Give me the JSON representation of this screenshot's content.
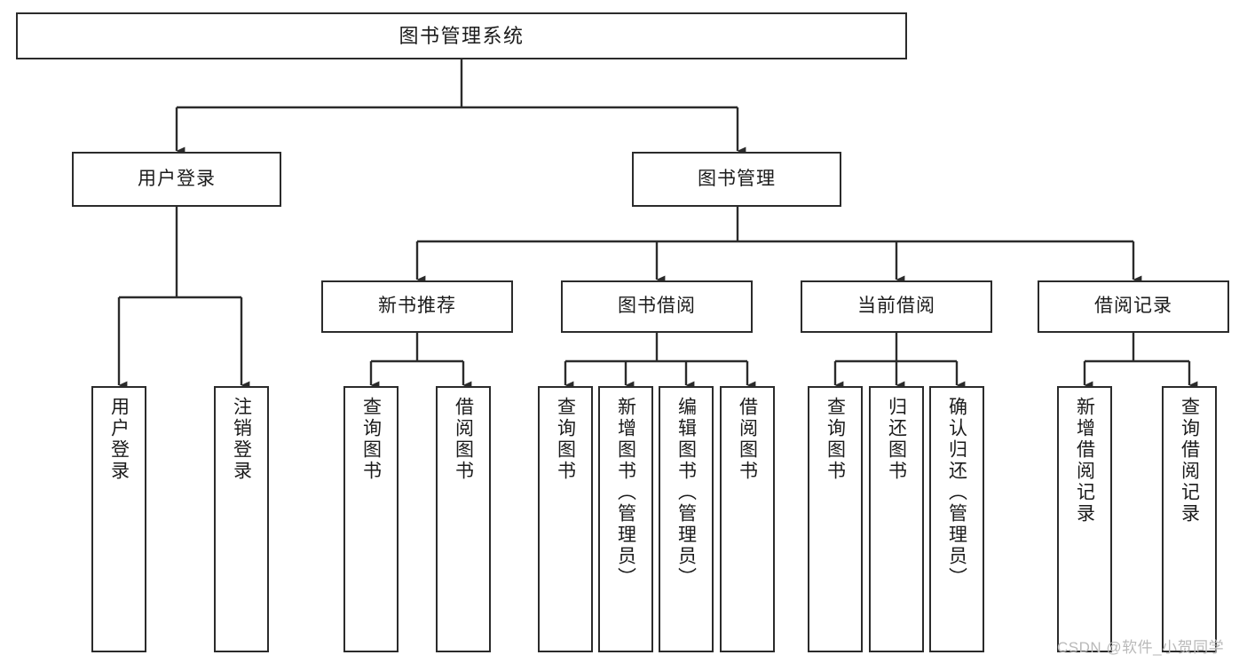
{
  "diagram": {
    "title": "图书管理系统",
    "type": "功能结构图",
    "watermark": "CSDN @软件_小贺同学",
    "colors": {
      "border": "#2b2b2b",
      "fill": "#ffffff",
      "line": "#2b2b2b",
      "text": "#1b1b1b",
      "watermark": "#b9b9b9"
    },
    "root": {
      "label": "图书管理系统"
    },
    "level2": [
      {
        "label": "用户登录"
      },
      {
        "label": "图书管理"
      }
    ],
    "level3": [
      {
        "label": "新书推荐"
      },
      {
        "label": "图书借阅"
      },
      {
        "label": "当前借阅"
      },
      {
        "label": "借阅记录"
      }
    ],
    "leaves": {
      "user_login": [
        {
          "label": "用户登录"
        },
        {
          "label": "注销登录"
        }
      ],
      "new_book_recommend": [
        {
          "label": "查询图书"
        },
        {
          "label": "借阅图书"
        }
      ],
      "book_borrow": [
        {
          "label": "查询图书"
        },
        {
          "label": "新增图书（管理员）"
        },
        {
          "label": "编辑图书（管理员）"
        },
        {
          "label": "借阅图书"
        }
      ],
      "current_borrow": [
        {
          "label": "查询图书"
        },
        {
          "label": "归还图书"
        },
        {
          "label": "确认归还（管理员）"
        }
      ],
      "borrow_record": [
        {
          "label": "新增借阅记录"
        },
        {
          "label": "查询借阅记录"
        }
      ]
    }
  }
}
